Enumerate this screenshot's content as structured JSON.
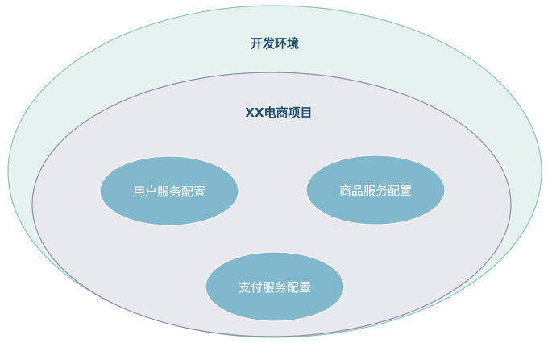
{
  "environment": {
    "label": "开发环境",
    "fill": "#e6f2ef",
    "stroke": "#8cc7b3"
  },
  "project": {
    "label": "XX电商项目",
    "fill": "#e8e9ee",
    "stroke": "#8f8fa8"
  },
  "services": [
    {
      "label": "用户服务配置"
    },
    {
      "label": "商品服务配置"
    },
    {
      "label": "支付服务配置"
    }
  ],
  "service_style": {
    "fill": "#82b8cd",
    "text_color": "#ffffff"
  }
}
